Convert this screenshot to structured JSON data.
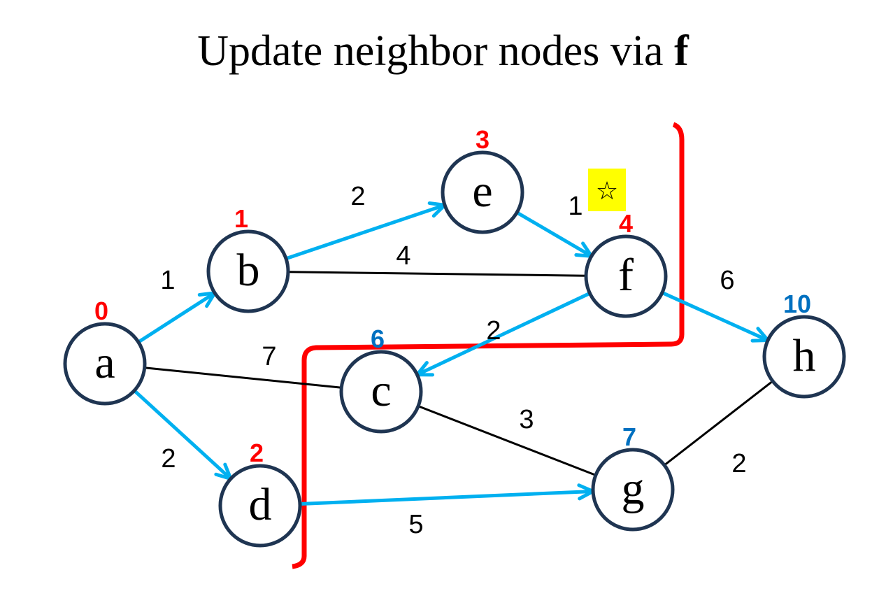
{
  "title": {
    "prefix": "Update neighbor nodes via ",
    "highlight": "f"
  },
  "colors": {
    "tree_edge": "#00b0f0",
    "plain_edge": "#000000",
    "node_border": "#1f3552",
    "finalized_distance": "#ff0000",
    "tentative_distance": "#0070c0",
    "bracket": "#ff0000",
    "star_highlight": "#ffff00"
  },
  "nodes": [
    {
      "id": "a",
      "label": "a",
      "distance": "0",
      "status": "finalized"
    },
    {
      "id": "b",
      "label": "b",
      "distance": "1",
      "status": "finalized"
    },
    {
      "id": "c",
      "label": "c",
      "distance": "6",
      "status": "tentative"
    },
    {
      "id": "d",
      "label": "d",
      "distance": "2",
      "status": "finalized"
    },
    {
      "id": "e",
      "label": "e",
      "distance": "3",
      "status": "finalized"
    },
    {
      "id": "f",
      "label": "f",
      "distance": "4",
      "status": "finalized"
    },
    {
      "id": "g",
      "label": "g",
      "distance": "7",
      "status": "tentative"
    },
    {
      "id": "h",
      "label": "h",
      "distance": "10",
      "status": "tentative"
    }
  ],
  "edges": [
    {
      "from": "a",
      "to": "b",
      "weight": "1",
      "type": "tree"
    },
    {
      "from": "a",
      "to": "d",
      "weight": "2",
      "type": "tree"
    },
    {
      "from": "a",
      "to": "c",
      "weight": "7",
      "type": "plain"
    },
    {
      "from": "b",
      "to": "e",
      "weight": "2",
      "type": "tree"
    },
    {
      "from": "b",
      "to": "f",
      "weight": "4",
      "type": "plain"
    },
    {
      "from": "e",
      "to": "f",
      "weight": "1",
      "type": "tree"
    },
    {
      "from": "f",
      "to": "c",
      "weight": "2",
      "type": "tree"
    },
    {
      "from": "f",
      "to": "h",
      "weight": "6",
      "type": "tree"
    },
    {
      "from": "c",
      "to": "g",
      "weight": "3",
      "type": "plain"
    },
    {
      "from": "d",
      "to": "g",
      "weight": "5",
      "type": "tree"
    },
    {
      "from": "g",
      "to": "h",
      "weight": "2",
      "type": "plain"
    }
  ],
  "marker": {
    "symbol": "☆",
    "near_edge": "e-f"
  }
}
